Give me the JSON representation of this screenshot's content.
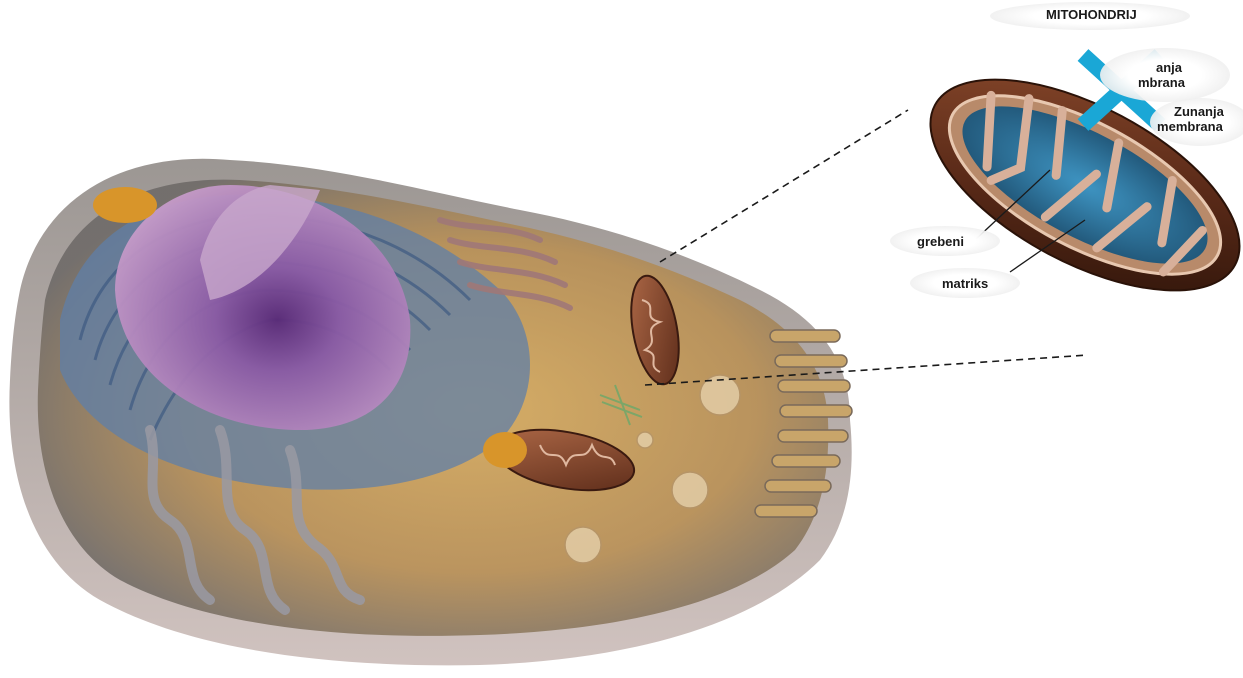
{
  "labels": {
    "title": "MITOHONDRIJ",
    "inner_membrane_line1": "anja",
    "inner_membrane_line2": "mbrana",
    "outer_membrane_line1": "Zunanja",
    "outer_membrane_line2": "membrana",
    "cristae": "grebeni",
    "matrix": "matriks"
  },
  "icons": {
    "cross": "x-mark-icon"
  },
  "colors": {
    "cross": "#1aa7d6",
    "matrix": "#2f7faa",
    "mitochondrion_outer": "#5a2a18",
    "cytoplasm": "#c99a4a",
    "nucleus": "#a878b0",
    "er": "#5f7fa8"
  }
}
